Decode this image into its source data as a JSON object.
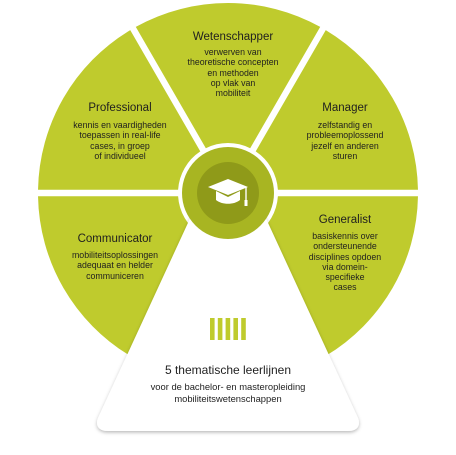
{
  "colors": {
    "segment": "#bfcb2d",
    "hub_ring": "#a8b522",
    "hub_core": "#8f9a19",
    "icon": "#ffffff",
    "line_icon": "#bfcb2d",
    "triangle": "#ffffff",
    "text": "#1f1f1f"
  },
  "hub": {
    "icon": "graduation-cap-icon"
  },
  "segments": [
    {
      "key": "wetenschapper",
      "title": "Wetenschapper",
      "description": [
        "verwerven van",
        "theoretische concepten",
        "en methoden",
        "op vlak van",
        "mobiliteit"
      ]
    },
    {
      "key": "manager",
      "title": "Manager",
      "description": [
        "zelfstandig en",
        "probleemoplossend",
        "jezelf en anderen",
        "sturen"
      ]
    },
    {
      "key": "generalist",
      "title": "Generalist",
      "description": [
        "basiskennis over",
        "ondersteunende",
        "disciplines opdoen",
        "via domein-",
        "specifieke",
        "cases"
      ]
    },
    {
      "key": "communicator",
      "title": "Communicator",
      "description": [
        "mobiliteitsoplossingen",
        "adequaat en helder",
        "communiceren"
      ]
    },
    {
      "key": "professional",
      "title": "Professional",
      "description": [
        "kennis en vaardigheden",
        "toepassen in real-life",
        "cases, in groep",
        "of individueel"
      ]
    }
  ],
  "bottom": {
    "icon": "five-bars-icon",
    "title": "5 thematische leerlijnen",
    "subtitle_line1": "voor de bachelor- en masteropleiding",
    "subtitle_line2": "mobiliteitswetenschappen"
  }
}
